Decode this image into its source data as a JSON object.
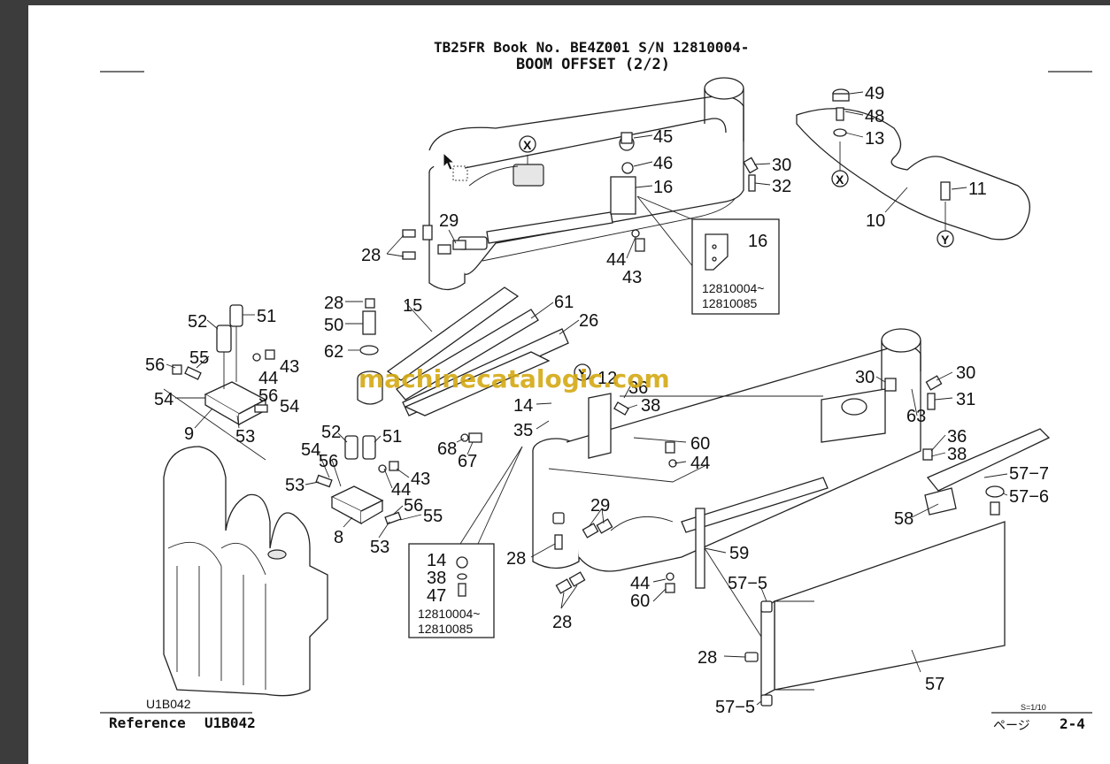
{
  "header": {
    "line1": "TB25FR  Book No. BE4Z001  S/N  12810004-",
    "line2": "BOOM OFFSET (2/2)"
  },
  "watermark": "machinecatalogic.com",
  "footer": {
    "drawing_code": "U1B042",
    "reference_label": "Reference",
    "reference_code": "U1B042",
    "scale": "S=1/10",
    "page_label": "ページ",
    "page_number": "2-4"
  },
  "inset_notes": {
    "top_serial_from": "12810004~",
    "top_serial_to": "12810085",
    "bottom_serial_from": "12810004~",
    "bottom_serial_to": "12810085"
  },
  "callouts": [
    "49",
    "48",
    "13",
    "45",
    "46",
    "16",
    "30",
    "32",
    "11",
    "10",
    "29",
    "28",
    "44",
    "43",
    "16",
    "28",
    "50",
    "15",
    "61",
    "26",
    "62",
    "51",
    "52",
    "55",
    "56",
    "43",
    "44",
    "54",
    "56",
    "54",
    "9",
    "53",
    "12",
    "36",
    "38",
    "14",
    "35",
    "60",
    "44",
    "30",
    "30",
    "63",
    "31",
    "36",
    "38",
    "57−7",
    "57−6",
    "58",
    "52",
    "51",
    "54",
    "56",
    "53",
    "43",
    "44",
    "56",
    "55",
    "8",
    "53",
    "68",
    "67",
    "29",
    "28",
    "59",
    "44",
    "60",
    "28",
    "57−5",
    "28",
    "57",
    "57−5",
    "14",
    "38",
    "47"
  ],
  "markers": [
    "X",
    "X",
    "Y",
    "Y"
  ]
}
